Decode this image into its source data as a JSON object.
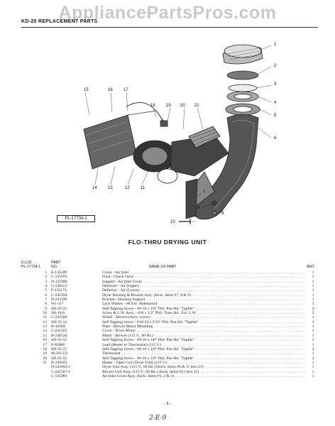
{
  "watermark": "AppliancePartsPros.com",
  "header": "KD-20 REPLACEMENT PARTS",
  "figure_ref": "PL-17734-1",
  "callouts": [
    "1",
    "2",
    "3",
    "4",
    "5",
    "6",
    "7",
    "8",
    "9",
    "10",
    "11",
    "12",
    "13",
    "14",
    "15",
    "16",
    "17",
    "18",
    "19",
    "20",
    "21"
  ],
  "section_title": "FLO-THRU DRYING UNIT",
  "columns": {
    "illus_1": "ILLUS.",
    "illus_2": "PL-17734-1",
    "part_1": "PART",
    "part_2": "NO.",
    "name": "NAME OF PART",
    "amt": "AMT."
  },
  "parts": [
    {
      "illus": "1",
      "part": "E-135189",
      "name": "Cover - Air Inlet",
      "amt": "1"
    },
    {
      "illus": "2",
      "part": "C-135976",
      "name": "Float - Check Valve",
      "amt": "1"
    },
    {
      "illus": "3",
      "part": "D-135988",
      "name": "Support - Air Inlet Cover",
      "amt": "1"
    },
    {
      "illus": "4",
      "part": "C-136151",
      "name": "Deflector - Air (Upper)",
      "amt": "1"
    },
    {
      "illus": "5",
      "part": "F-135174",
      "name": "Deflector - Air (Lower)",
      "amt": "1"
    },
    {
      "illus": "6",
      "part": "C-241594",
      "name": "Dryer Housing & Bracket Assy. (Incls. items #7, 8 & 9)",
      "amt": "1"
    },
    {
      "illus": "7",
      "part": "D-241596",
      "name": "Bracket - Housing Support",
      "amt": "1"
    },
    {
      "illus": "8",
      "part": "W1-3/7",
      "name": "Lock Washer - #8 Ext. Shakeproof",
      "amt": "3"
    },
    {
      "illus": "9",
      "part": "SD-35-55",
      "name": "Self-Tapping Screw - #8-18 x 3/8\" Phil. Pan Hd. \"Taptite\"",
      "amt": "2"
    },
    {
      "illus": "10",
      "part": "SR-10-8",
      "name": "Screw & L.W. Assy. - #10 x 1/2\" Phil. Truss Hd., Ext. L.W.",
      "amt": "2"
    },
    {
      "illus": "11",
      "part": "C-241566",
      "name": "Wheel - Blower (Incls. screw)",
      "amt": "1"
    },
    {
      "illus": "12",
      "part": "SD-35-12",
      "name": "Self-Tapping Screw - #10-24 x 5/16\" Phil. Pan Hd. \"Taptite\"",
      "amt": "3"
    },
    {
      "illus": "13",
      "part": "B-42504",
      "name": "Plate - Blower Motor Mounting",
      "amt": "1"
    },
    {
      "illus": "14",
      "part": "C-241565",
      "name": "Cover - Dryer Motor",
      "amt": "1"
    },
    {
      "illus": "15",
      "part": "B-246530",
      "name": "Motor - Blower (115 V., 60 Hz.)",
      "amt": "1"
    },
    {
      "illus": "16",
      "part": "SD-35-55",
      "name": "Self-Tapping Screw - #8-18 x 3/8\" Phil. Pan Hd. \"Taptite\"",
      "amt": "2"
    },
    {
      "illus": "17",
      "part": "F-82068",
      "name": "Lead (Heater to Thermostat) (115 V.)",
      "amt": "1"
    },
    {
      "illus": "18",
      "part": "SD-35-55",
      "name": "Self-Tapping Screw - #8-18 x 3/8\" Phil. Pan Hd. \"Taptite\"",
      "amt": "2"
    },
    {
      "illus": "19",
      "part": "M-101332",
      "name": "Thermostat",
      "amt": "1"
    },
    {
      "illus": "20",
      "part": "SD-35-55",
      "name": "Self-Tapping Screw - #8-18 x 3/8\" Phil. Pan Hd. \"Taptite\"",
      "amt": "2"
    },
    {
      "illus": "21",
      "part": "B-248203",
      "name": "Heater - Open Coil (Dryer Unit) (115 V.)",
      "amt": "1"
    },
    {
      "illus": "",
      "part": "D-241903-1",
      "name": "Dryer Unit Assy. (115 V., 60 Hz.) (Incls. items #6 & 11 thru 21)",
      "amt": "1"
    },
    {
      "illus": "",
      "part": "C-241567-1",
      "name": "Blower Unit Assy. (115 V., 60 Hz.) (Incls. items #11 thru 15)",
      "amt": "1"
    },
    {
      "illus": "",
      "part": "C-135989",
      "name": "Air Inlet Cover Assy. (Incls. items #1, 2 & 3)",
      "amt": "1"
    }
  ],
  "page_number": "- 8 -",
  "handwritten_note": "2-E-9"
}
